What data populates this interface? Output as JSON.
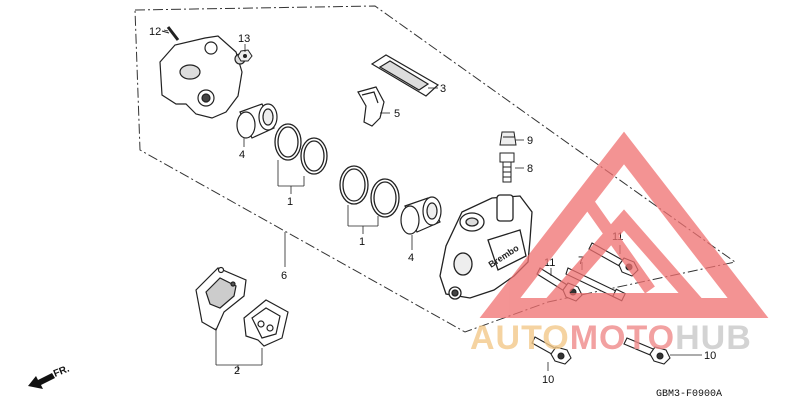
{
  "diagram": {
    "callouts": {
      "c1a": "1",
      "c1b": "1",
      "c2": "2",
      "c3": "3",
      "c4a": "4",
      "c4b": "4",
      "c5": "5",
      "c6": "6",
      "c7": "7",
      "c8": "8",
      "c9": "9",
      "c10a": "10",
      "c10b": "10",
      "c11a": "11",
      "c11b": "11",
      "c12": "12",
      "c13": "13"
    },
    "caliper_brand": "Brembo",
    "direction_label": "FR.",
    "figure_code": "GBM3-F0900A"
  },
  "watermark": {
    "logo_text": "AUTOMOTOHUB",
    "colors": {
      "triangle": "#f07070",
      "auto": "#f3c98a",
      "moto": "#f08a8a",
      "hub": "#c9c9c9"
    }
  }
}
